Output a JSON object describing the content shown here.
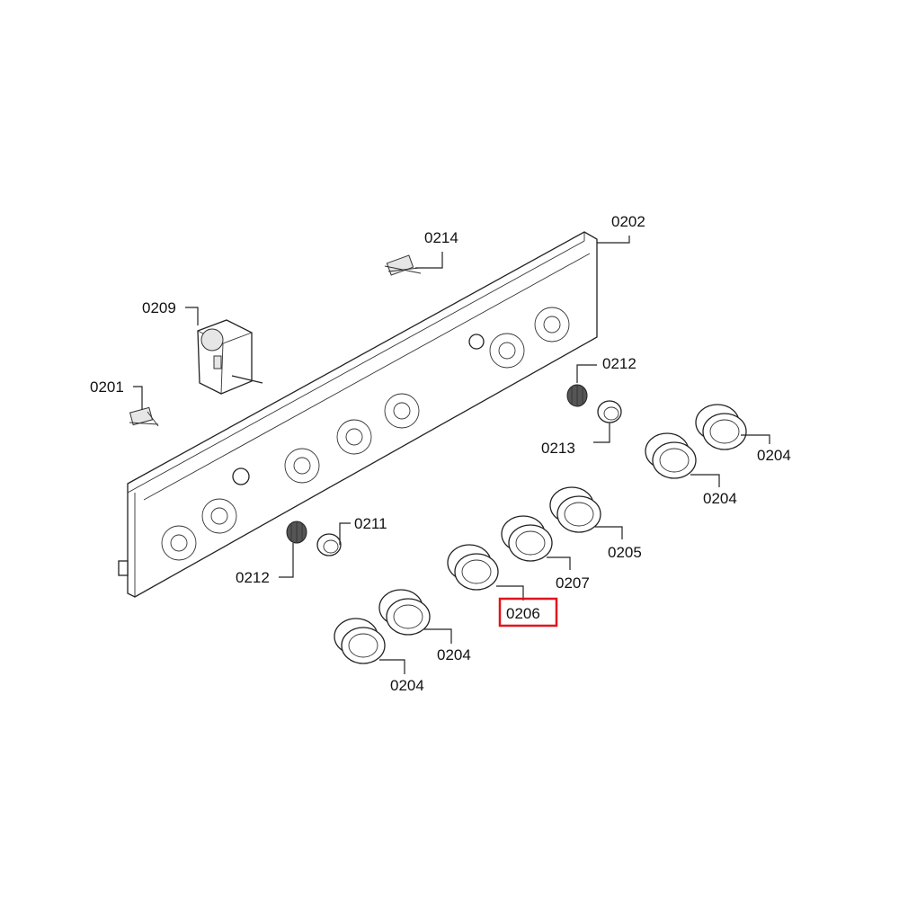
{
  "diagram": {
    "callouts": {
      "c0202": "0202",
      "c0214": "0214",
      "c0209": "0209",
      "c0201": "0201",
      "c0212a": "0212",
      "c0213": "0213",
      "c0204a": "0204",
      "c0204b": "0204",
      "c0205": "0205",
      "c0207": "0207",
      "c0206": "0206",
      "c0211": "0211",
      "c0212b": "0212",
      "c0204c": "0204",
      "c0204d": "0204"
    },
    "highlighted": "0206",
    "highlight_color": "#e0141e"
  }
}
